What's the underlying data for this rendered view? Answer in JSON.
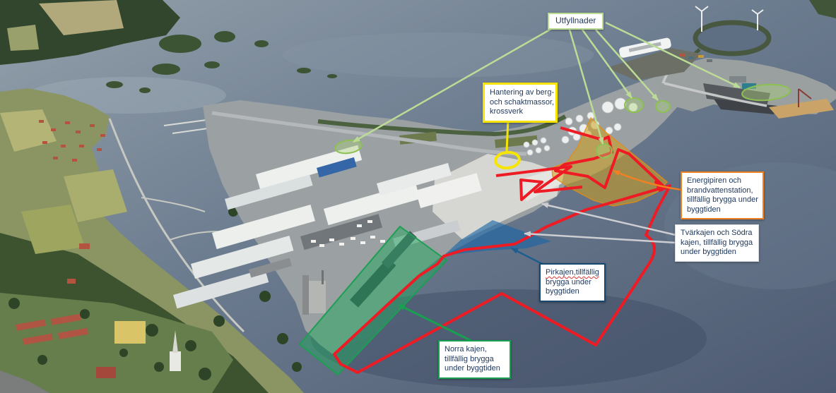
{
  "annotations": {
    "utfyllnader": {
      "label": "Utfyllnader",
      "border_color": "#b9db92",
      "marker_color": "#8cc152",
      "marker_count": 5
    },
    "hantering_krossverk": {
      "lines": [
        "Hantering av berg-",
        "och schaktmassor,",
        "krossverk"
      ],
      "border_color": "#f6e400"
    },
    "energipiren": {
      "lines": [
        "Energipiren och",
        "brandvattenstation,",
        "tillfällig brygga under",
        "byggtiden"
      ],
      "border_color": "#f08122"
    },
    "tvarkajen": {
      "lines": [
        "Tvärkajen och Södra",
        "kajen, tillfällig brygga",
        "under byggtiden"
      ],
      "border_color": "#d9dade"
    },
    "pirkajen": {
      "lines": [
        "Pirkajen,tillfällig",
        "brygga under",
        "byggtiden"
      ],
      "border_color": "#17496e"
    },
    "norra_kajen": {
      "lines": [
        "Norra kajen,",
        "tillfällig brygga",
        "under byggtiden"
      ],
      "border_color": "#18a050"
    }
  },
  "overlays": {
    "norra_kajen_area": {
      "color": "#23a85f"
    },
    "pirkajen_area": {
      "color": "#1d6aa8"
    },
    "energipiren_area": {
      "color": "#d0a01e"
    },
    "krossverk_marker": {
      "color": "#f6e400"
    },
    "utfyllnad_markers": {
      "color": "#8cc152"
    },
    "boundary_line": {
      "color": "#ee1b24"
    },
    "text_color": "#223a5e"
  }
}
